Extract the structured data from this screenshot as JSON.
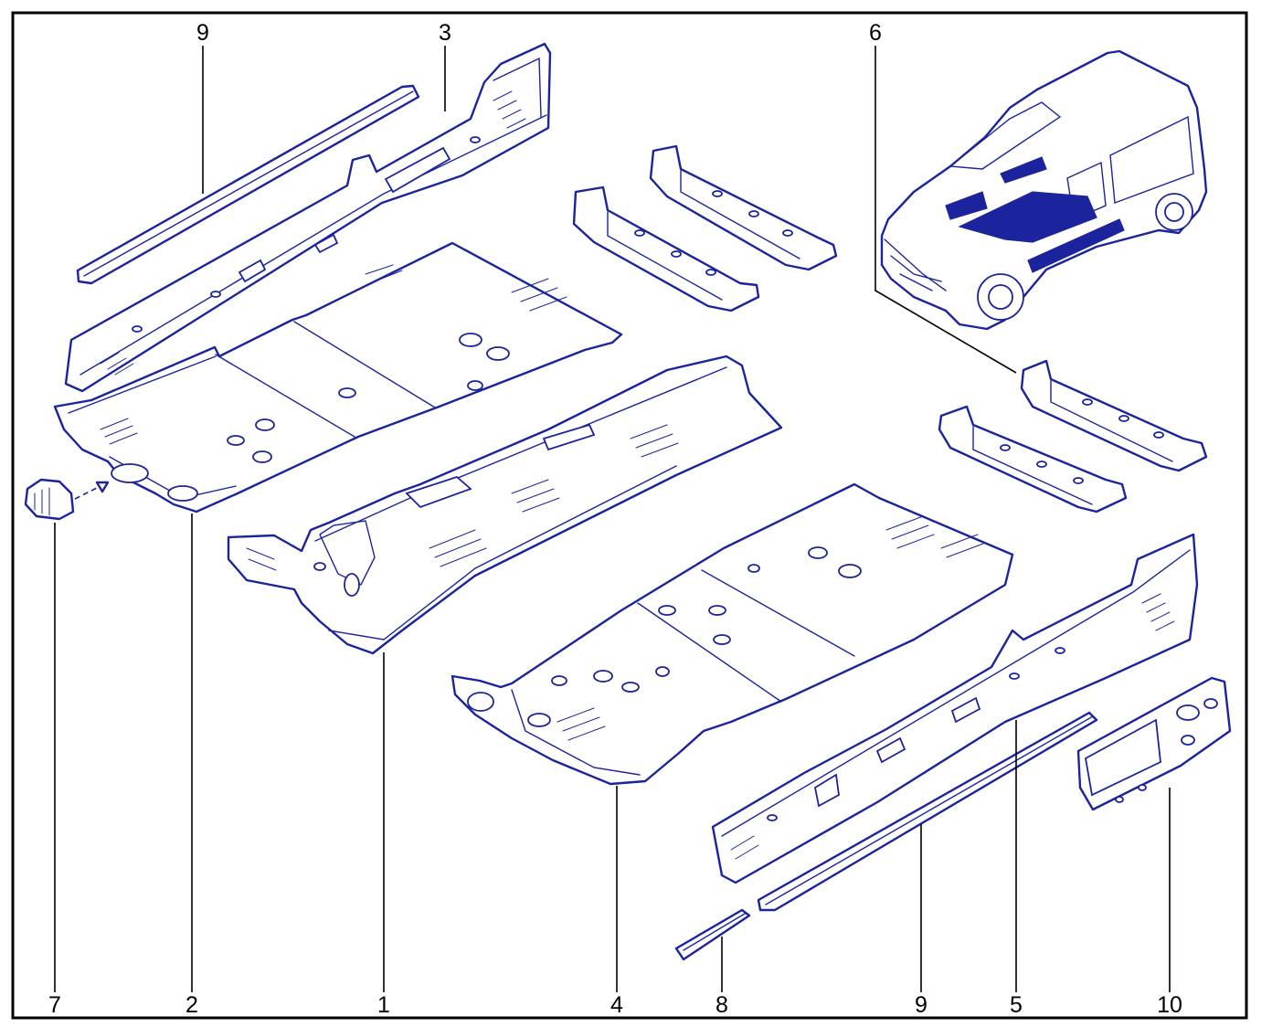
{
  "callouts": [
    {
      "label": "9"
    },
    {
      "label": "3"
    },
    {
      "label": "6"
    },
    {
      "label": "7"
    },
    {
      "label": "2"
    },
    {
      "label": "1"
    },
    {
      "label": "4"
    },
    {
      "label": "8"
    },
    {
      "label": "9"
    },
    {
      "label": "5"
    },
    {
      "label": "10"
    }
  ],
  "colors": {
    "line": "#1b249c",
    "panel_fill": "#ffffff",
    "dark_panel": "#1b249c",
    "frame": "#000000",
    "label": "#000000"
  }
}
